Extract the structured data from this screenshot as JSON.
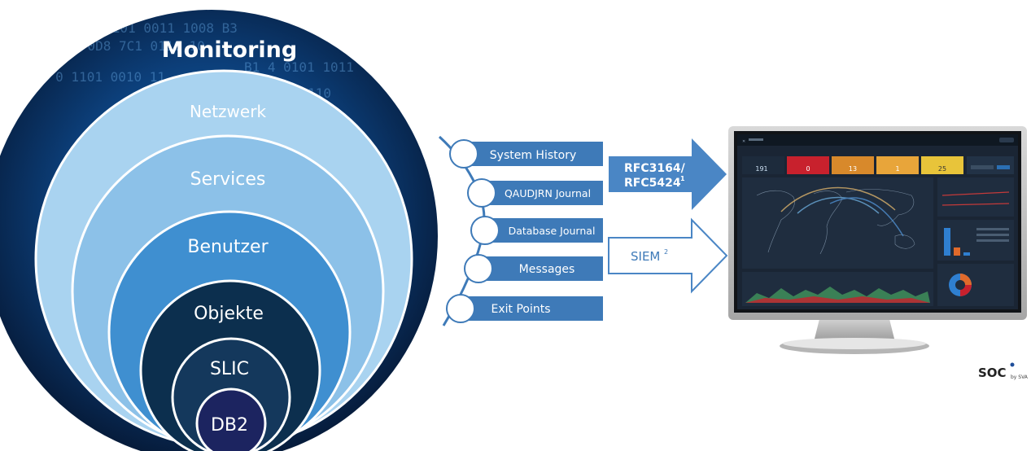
{
  "rings": {
    "monitoring": "Monitoring",
    "netzwerk": "Netzwerk",
    "services": "Services",
    "benutzer": "Benutzer",
    "objekte": "Objekte",
    "slic": "SLIC",
    "db2": "DB2"
  },
  "sources": [
    {
      "label": "System History"
    },
    {
      "label": "QAUDJRN Journal"
    },
    {
      "label": "Database Journal"
    },
    {
      "label": "Messages"
    },
    {
      "label": "Exit Points"
    }
  ],
  "arrows": {
    "rfc_line1": "RFC3164/",
    "rfc_line2": "RFC5424",
    "rfc_sup": "1",
    "siem": "SIEM",
    "siem_sup": "2"
  },
  "dashboard": {
    "kpis": [
      "191",
      "0",
      "13",
      "1",
      "25"
    ]
  },
  "brand": {
    "logo_main": "SOC",
    "logo_sub": "by SVA"
  },
  "colors": {
    "netzwerk": "#a9d3f0",
    "services": "#8cc1e8",
    "benutzer": "#3f8fd0",
    "objekte": "#0c2f4e",
    "slic": "#14385c",
    "db2": "#1c2460",
    "arrow_fill": "#4a86c5",
    "source_bar": "#3e7ab8",
    "kpi_colors": [
      "#1d2b3c",
      "#c8212d",
      "#d8892b",
      "#e8a53a",
      "#e8c43a"
    ]
  }
}
